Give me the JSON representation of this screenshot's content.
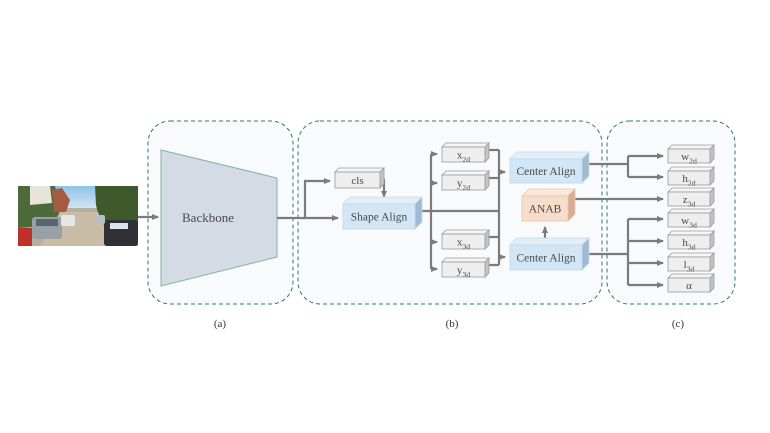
{
  "input_image": {
    "description": "street scene photo with parked cars"
  },
  "panels": [
    {
      "id": "a",
      "caption": "(a)"
    },
    {
      "id": "b",
      "caption": "(b)"
    },
    {
      "id": "c",
      "caption": "(c)"
    }
  ],
  "backbone": {
    "label": "Backbone"
  },
  "modules": {
    "cls": "cls",
    "shape_align": "Shape Align",
    "center_align_2d": "Center Align",
    "center_align_3d": "Center Align",
    "anab": "ANAB"
  },
  "intermediate": [
    {
      "base": "x",
      "sub": "2d"
    },
    {
      "base": "y",
      "sub": "2d"
    },
    {
      "base": "x",
      "sub": "3d"
    },
    {
      "base": "y",
      "sub": "3d"
    }
  ],
  "outputs": [
    {
      "base": "w",
      "sub": "2d"
    },
    {
      "base": "h",
      "sub": "2d"
    },
    {
      "base": "z",
      "sub": "3d"
    },
    {
      "base": "w",
      "sub": "3d"
    },
    {
      "base": "h",
      "sub": "3d"
    },
    {
      "base": "l",
      "sub": "3d"
    },
    {
      "base": "α",
      "sub": ""
    }
  ],
  "colors": {
    "panel_border": "#2e7d62",
    "panel_fill": "#f8fafc",
    "backbone_fill": "#d5dbe4",
    "backbone_stroke": "#7fb3a6",
    "blue_front": "#d3e6f5",
    "blue_top": "#e2eff9",
    "blue_side": "#9fbbd2",
    "orange_front": "#f8dccc",
    "orange_top": "#fbe7dc",
    "orange_side": "#d7ad98",
    "gray_front": "#eeeeee",
    "gray_top": "#f6f6f6",
    "gray_side": "#c4c4c4",
    "arrow": "#7b7b7b"
  }
}
